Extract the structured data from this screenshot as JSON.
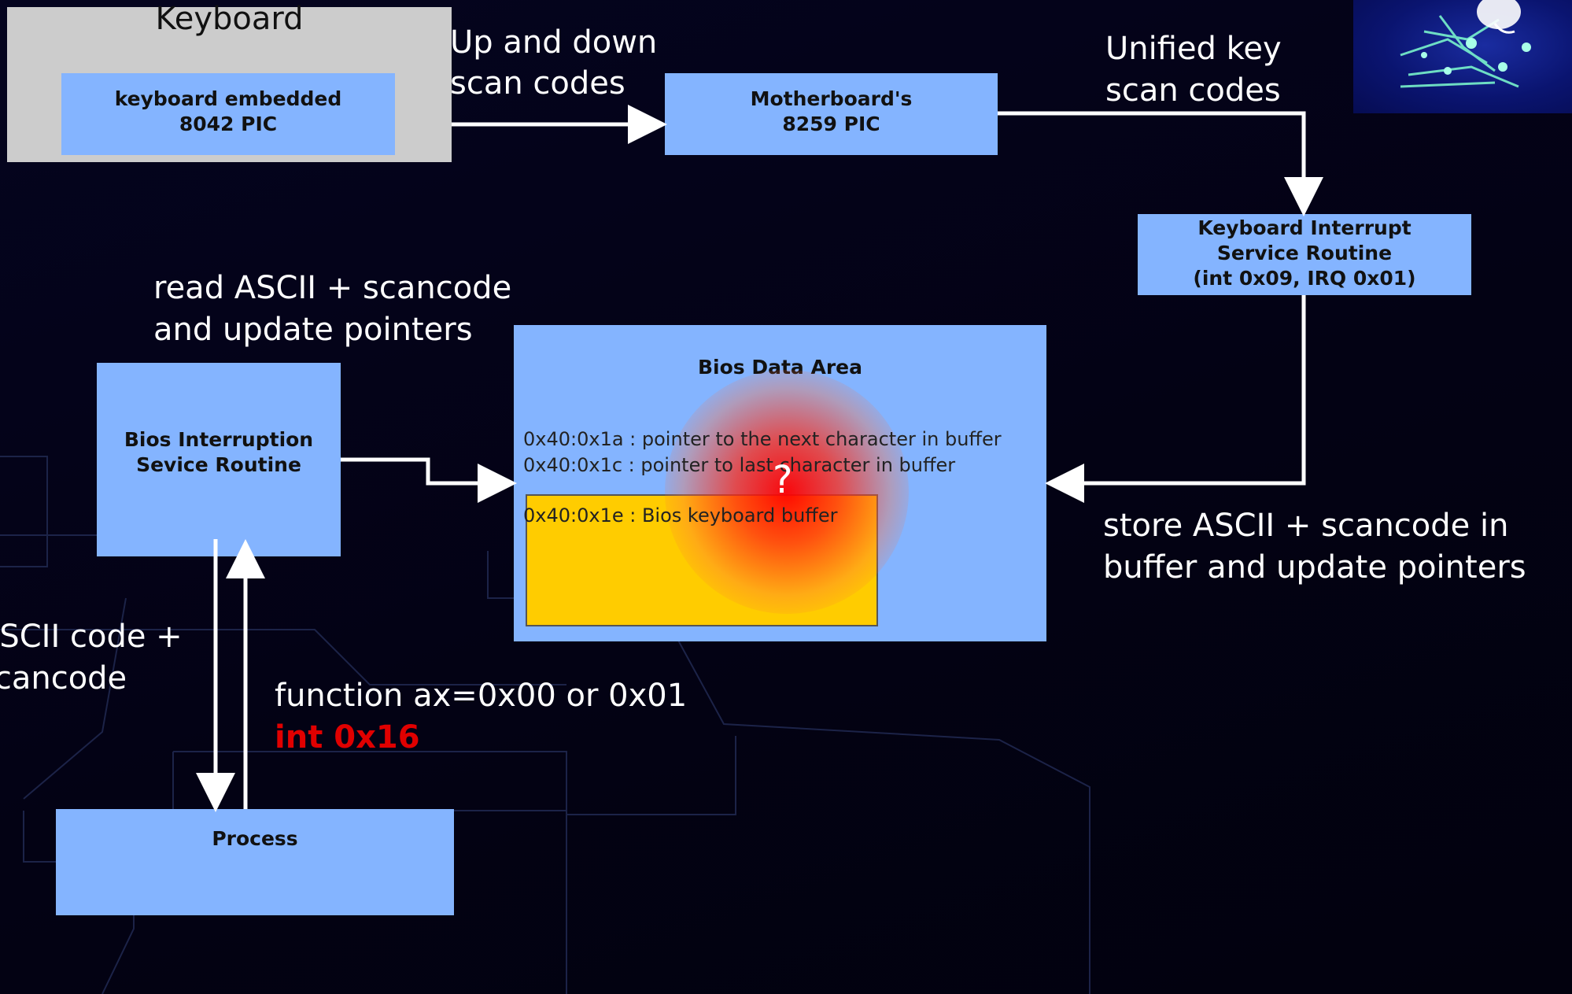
{
  "keyboard": {
    "title": "Keyboard",
    "pic_line1": "keyboard embedded",
    "pic_line2": "8042 PIC"
  },
  "motherboard_pic": {
    "line1": "Motherboard's",
    "line2": "8259 PIC"
  },
  "kb_isr": {
    "line1": "Keyboard Interrupt",
    "line2": "Service Routine",
    "line3": "(int 0x09, IRQ 0x01)"
  },
  "bda": {
    "title": "Bios Data Area",
    "ptr_next": "0x40:0x1a : pointer to the next character in buffer",
    "ptr_last": "0x40:0x1c : pointer to last character in buffer",
    "buffer_label": "0x40:0x1e : Bios keyboard buffer",
    "unknown_mark": "?"
  },
  "bios_isr": {
    "line1": "Bios Interruption",
    "line2": "Sevice Routine"
  },
  "process": {
    "label": "Process"
  },
  "labels": {
    "up_down_1": "Up and down",
    "up_down_2": "scan codes",
    "unified_1": "Unified key",
    "unified_2": "scan codes",
    "read_1": "read ASCII + scancode",
    "read_2": "and update pointers",
    "store_1": "store ASCII + scancode in",
    "store_2": "buffer and update pointers",
    "ascii_1": "ASCII code +",
    "ascii_2": "scancode",
    "function": "function ax=0x00 or 0x01",
    "int16": "int 0x16"
  },
  "colors": {
    "box": "#84b4ff",
    "buffer": "#ffcc00",
    "int16": "#e00000",
    "panel": "#cccccc"
  }
}
